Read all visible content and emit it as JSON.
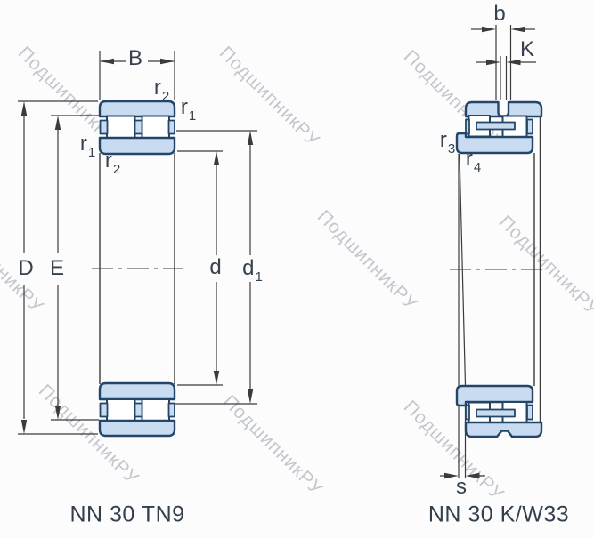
{
  "figures": {
    "left": {
      "designation": "NN 30 TN9",
      "labels_shown": [
        "B",
        "r2",
        "r1",
        "r1",
        "r2",
        "D",
        "E",
        "d",
        "d1"
      ]
    },
    "right": {
      "designation": "NN 30 K/W33",
      "labels_shown": [
        "b",
        "K",
        "r3",
        "r4",
        "s"
      ]
    }
  },
  "labels": {
    "B": {
      "base": "B",
      "sub": ""
    },
    "D": {
      "base": "D",
      "sub": ""
    },
    "E": {
      "base": "E",
      "sub": ""
    },
    "d": {
      "base": "d",
      "sub": ""
    },
    "d1": {
      "base": "d",
      "sub": "1"
    },
    "r1": {
      "base": "r",
      "sub": "1"
    },
    "r2": {
      "base": "r",
      "sub": "2"
    },
    "r3": {
      "base": "r",
      "sub": "3"
    },
    "r4": {
      "base": "r",
      "sub": "4"
    },
    "b": {
      "base": "b",
      "sub": ""
    },
    "K": {
      "base": "K",
      "sub": ""
    },
    "s": {
      "base": "s",
      "sub": ""
    }
  },
  "watermark": {
    "text": "ПодшипникРУ"
  },
  "colors": {
    "background": "#fcfcfd",
    "bearing_fill": "#c9dbf0",
    "bearing_stroke": "#234668",
    "line": "#3b3b3b",
    "label_text": "#37424e",
    "designation_text": "#333f4d",
    "watermark": "#8b939e"
  }
}
